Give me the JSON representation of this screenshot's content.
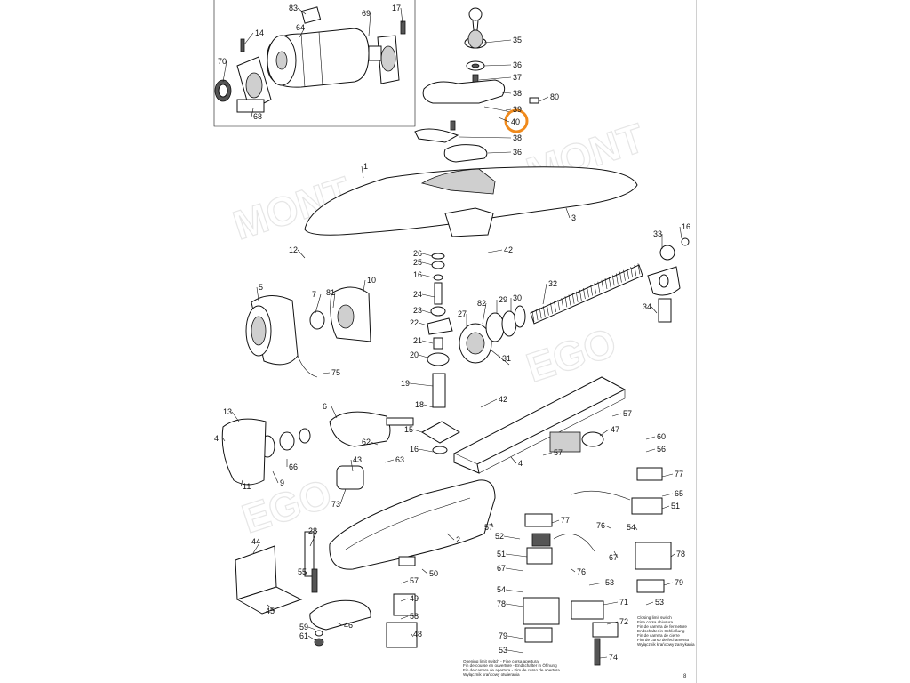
{
  "labels": [
    {
      "id": "83",
      "text": "83"
    },
    {
      "id": "69",
      "text": "69"
    },
    {
      "id": "17a",
      "text": "17"
    },
    {
      "id": "14",
      "text": "14"
    },
    {
      "id": "64",
      "text": "64"
    },
    {
      "id": "70",
      "text": "70"
    },
    {
      "id": "68",
      "text": "68"
    },
    {
      "id": "35",
      "text": "35"
    },
    {
      "id": "36a",
      "text": "36"
    },
    {
      "id": "37",
      "text": "37"
    },
    {
      "id": "38a",
      "text": "38"
    },
    {
      "id": "80",
      "text": "80"
    },
    {
      "id": "39",
      "text": "39"
    },
    {
      "id": "40",
      "text": "40"
    },
    {
      "id": "38b",
      "text": "38"
    },
    {
      "id": "36b",
      "text": "36"
    },
    {
      "id": "1",
      "text": "1"
    },
    {
      "id": "3",
      "text": "3"
    },
    {
      "id": "33",
      "text": "33"
    },
    {
      "id": "16a",
      "text": "16"
    },
    {
      "id": "12",
      "text": "12"
    },
    {
      "id": "26",
      "text": "26"
    },
    {
      "id": "25",
      "text": "25"
    },
    {
      "id": "16b",
      "text": "16"
    },
    {
      "id": "42a",
      "text": "42"
    },
    {
      "id": "5",
      "text": "5"
    },
    {
      "id": "7",
      "text": "7"
    },
    {
      "id": "81",
      "text": "81"
    },
    {
      "id": "10",
      "text": "10"
    },
    {
      "id": "24",
      "text": "24"
    },
    {
      "id": "32",
      "text": "32"
    },
    {
      "id": "34",
      "text": "34"
    },
    {
      "id": "23",
      "text": "23"
    },
    {
      "id": "22",
      "text": "22"
    },
    {
      "id": "82",
      "text": "82"
    },
    {
      "id": "29",
      "text": "29"
    },
    {
      "id": "30",
      "text": "30"
    },
    {
      "id": "27",
      "text": "27"
    },
    {
      "id": "21",
      "text": "21"
    },
    {
      "id": "20",
      "text": "20"
    },
    {
      "id": "31",
      "text": "31"
    },
    {
      "id": "75",
      "text": "75"
    },
    {
      "id": "19",
      "text": "19"
    },
    {
      "id": "18",
      "text": "18"
    },
    {
      "id": "42b",
      "text": "42"
    },
    {
      "id": "57a",
      "text": "57"
    },
    {
      "id": "13",
      "text": "13"
    },
    {
      "id": "6",
      "text": "6"
    },
    {
      "id": "4a",
      "text": "4"
    },
    {
      "id": "62",
      "text": "62"
    },
    {
      "id": "15",
      "text": "15"
    },
    {
      "id": "47",
      "text": "47"
    },
    {
      "id": "60",
      "text": "60"
    },
    {
      "id": "16c",
      "text": "16"
    },
    {
      "id": "56",
      "text": "56"
    },
    {
      "id": "57b",
      "text": "57"
    },
    {
      "id": "4b",
      "text": "4"
    },
    {
      "id": "9",
      "text": "9"
    },
    {
      "id": "66",
      "text": "66"
    },
    {
      "id": "63",
      "text": "63"
    },
    {
      "id": "43",
      "text": "43"
    },
    {
      "id": "11",
      "text": "11"
    },
    {
      "id": "77a",
      "text": "77"
    },
    {
      "id": "65",
      "text": "65"
    },
    {
      "id": "73",
      "text": "73"
    },
    {
      "id": "51a",
      "text": "51"
    },
    {
      "id": "77b",
      "text": "77"
    },
    {
      "id": "76a",
      "text": "76"
    },
    {
      "id": "54a",
      "text": "54"
    },
    {
      "id": "57c",
      "text": "57"
    },
    {
      "id": "52",
      "text": "52"
    },
    {
      "id": "28",
      "text": "28"
    },
    {
      "id": "2",
      "text": "2"
    },
    {
      "id": "44",
      "text": "44"
    },
    {
      "id": "67a",
      "text": "67"
    },
    {
      "id": "78a",
      "text": "78"
    },
    {
      "id": "51b",
      "text": "51"
    },
    {
      "id": "67b",
      "text": "67"
    },
    {
      "id": "76b",
      "text": "76"
    },
    {
      "id": "50",
      "text": "50"
    },
    {
      "id": "55",
      "text": "55"
    },
    {
      "id": "57d",
      "text": "57"
    },
    {
      "id": "53a",
      "text": "53"
    },
    {
      "id": "79a",
      "text": "79"
    },
    {
      "id": "54b",
      "text": "54"
    },
    {
      "id": "53b",
      "text": "53"
    },
    {
      "id": "49",
      "text": "49"
    },
    {
      "id": "45",
      "text": "45"
    },
    {
      "id": "78b",
      "text": "78"
    },
    {
      "id": "71",
      "text": "71"
    },
    {
      "id": "58",
      "text": "58"
    },
    {
      "id": "46",
      "text": "46"
    },
    {
      "id": "59",
      "text": "59"
    },
    {
      "id": "61",
      "text": "61"
    },
    {
      "id": "72",
      "text": "72"
    },
    {
      "id": "48",
      "text": "48"
    },
    {
      "id": "79b",
      "text": "79"
    },
    {
      "id": "53c",
      "text": "53"
    },
    {
      "id": "74",
      "text": "74"
    }
  ],
  "highlight": {
    "part": "40",
    "color": "#f08a1c"
  },
  "captions": {
    "closing": [
      "Closing limit switch",
      "Fine corsa chiusura",
      "Fin de carrera de fermeture",
      "Endschalter in Schließung",
      "Fin de carrera de cierre",
      "Fim de curso de fechamento",
      "Wyłącznik krańcowy zamykania"
    ],
    "opening": [
      "Opening limit switch - Fine corsa apertura",
      "Fin de course en ouverture - Endschalter in Öffnung",
      "Fin de carrera de apertura - Fim de curso de abertura",
      "Wyłącznik krańcowy otwierania"
    ]
  },
  "watermark": [
    "MONT",
    "EGO"
  ],
  "page_mark": "8"
}
